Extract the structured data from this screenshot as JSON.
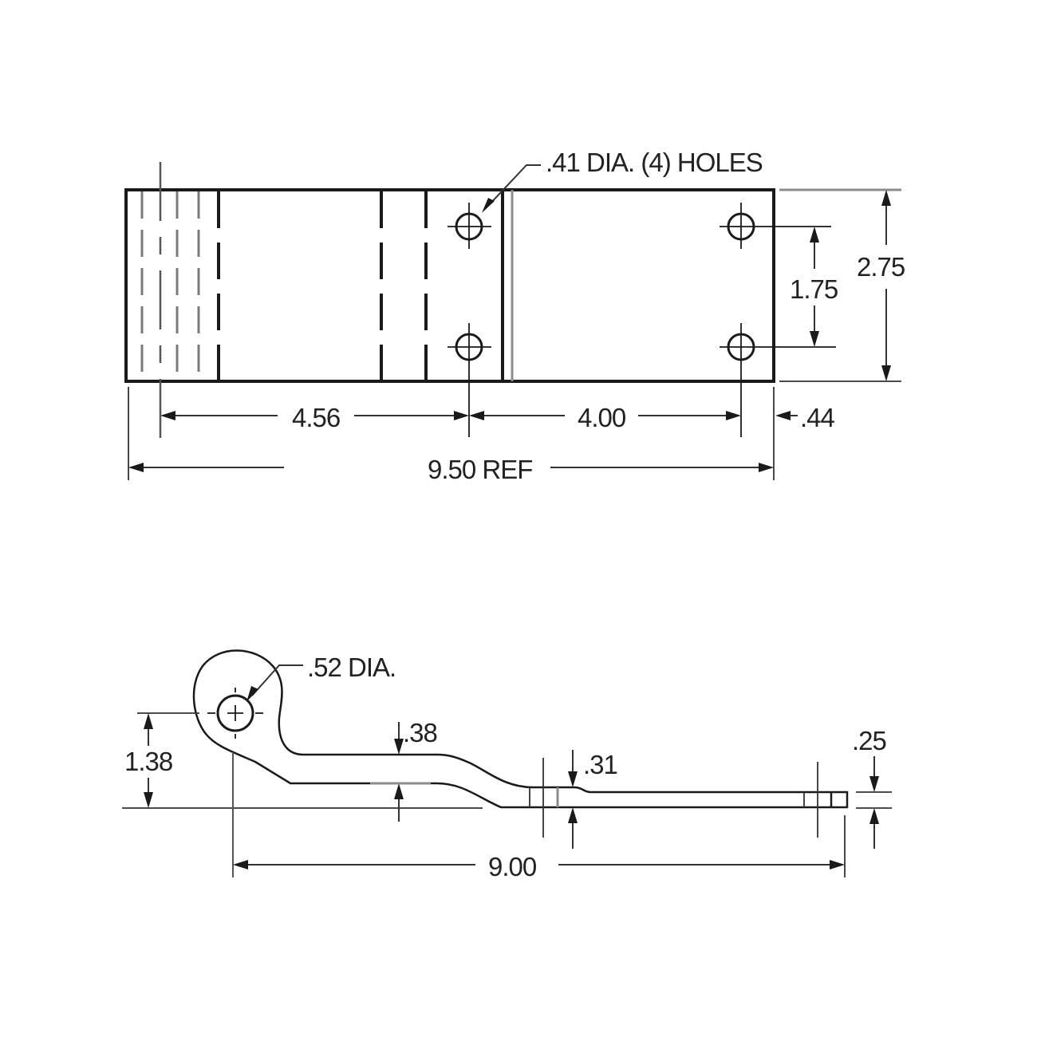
{
  "drawing": {
    "subject": "hinge strap",
    "line_color": "#1a1a1a",
    "background": "#ffffff"
  },
  "top_view": {
    "callouts": {
      "holes": ".41 DIA. (4) HOLES"
    },
    "dimensions": {
      "hole_spacing_vertical": "1.75",
      "overall_width": "2.75",
      "pivot_to_first_hole": "4.56",
      "hole_to_hole_horizontal": "4.00",
      "hole_to_end": ".44",
      "overall_length": "9.50 REF"
    }
  },
  "side_view": {
    "callouts": {
      "pivot_hole": ".52 DIA."
    },
    "dimensions": {
      "pivot_height": "1.38",
      "offset_thickness": ".38",
      "step_thickness": ".31",
      "end_thickness": ".25",
      "pivot_to_end": "9.00"
    }
  }
}
